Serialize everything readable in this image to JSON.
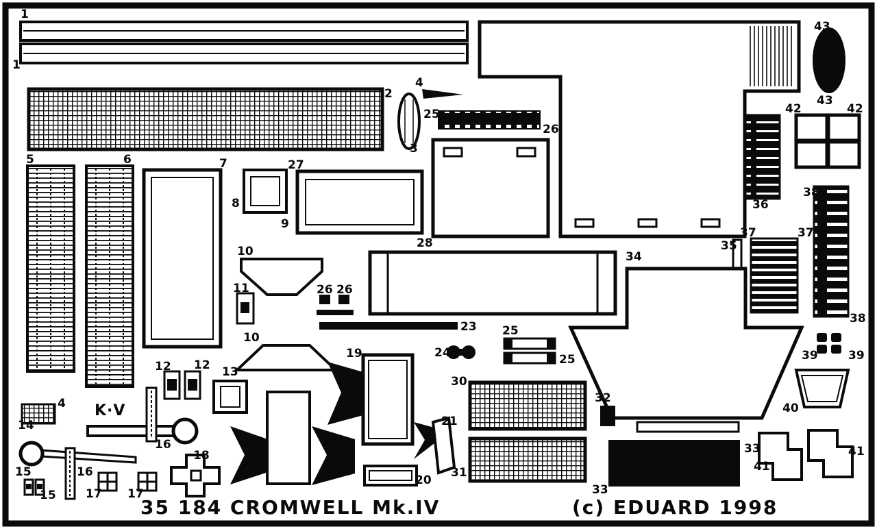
{
  "page": {
    "background": "#ffffff",
    "ink": "#0a0a0a"
  },
  "footer": {
    "left": "35 184 CROMWELL Mk.IV",
    "right": "(c) EDUARD 1998"
  },
  "marking_kv": "K·V",
  "labels": {
    "n1a": "1",
    "n1b": "1",
    "n2": "2",
    "n3": "3",
    "n4": "4",
    "n25a": "25",
    "n26a": "26",
    "n43a": "43",
    "n43b": "43",
    "n42a": "42",
    "n42b": "42",
    "n5": "5",
    "n6": "6",
    "n7": "7",
    "n8": "8",
    "n9": "9",
    "n27": "27",
    "n28a": "28",
    "n36a": "36",
    "n37a": "37",
    "n37b": "37",
    "n38a": "38",
    "n38b": "38",
    "n35": "35",
    "n34": "34",
    "n10a": "10",
    "n10b": "10",
    "n11": "11",
    "n26b": "26",
    "n26c": "26",
    "n23": "23",
    "n24": "24",
    "n25b": "25",
    "n25c": "25",
    "n19": "19",
    "n30": "30",
    "n31": "31",
    "n32": "32",
    "n33a": "33",
    "n33b": "33",
    "n12a": "12",
    "n12b": "12",
    "n13": "13",
    "n4b": "4",
    "n14": "14",
    "n15a": "15",
    "n15b": "15",
    "n16a": "16",
    "n16b": "16",
    "n17a": "17",
    "n17b": "17",
    "n18": "18",
    "n20": "20",
    "n21": "21",
    "n39a": "39",
    "n39b": "39",
    "n40": "40",
    "n41a": "41",
    "n41b": "41"
  }
}
